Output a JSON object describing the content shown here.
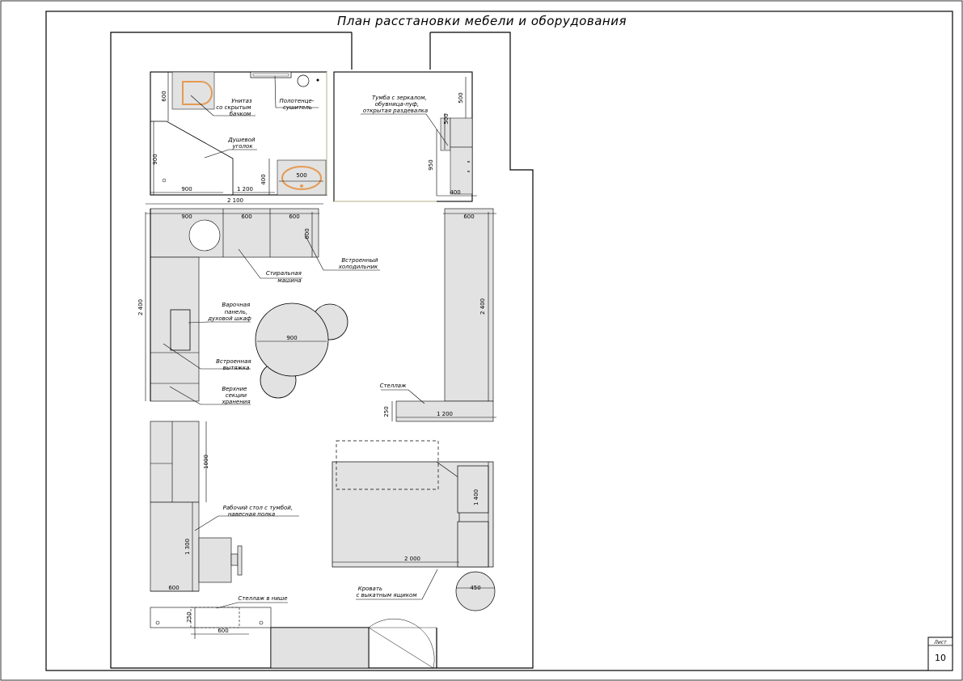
{
  "title": "План расстановки мебели и оборудования",
  "sheet": {
    "label": "Лист",
    "number": "10"
  },
  "labels": {
    "toilet": [
      "Унитаз",
      "со скрытым",
      "бачком"
    ],
    "towel": [
      "Полотенце-",
      "сушитель"
    ],
    "shower": [
      "Душевой",
      "уголок"
    ],
    "hall": [
      "Тумба с зеркалом,",
      "обувница-пуф,",
      "открытая раздевалка"
    ],
    "washer": [
      "Стиральная",
      "машина"
    ],
    "fridge": [
      "Встроенный",
      "холодильник"
    ],
    "hob": [
      "Варочная",
      "панель,",
      "духовой шкаф"
    ],
    "hood": [
      "Встроенная",
      "вытяжка"
    ],
    "upper": [
      "Верхние",
      "секции",
      "хранения"
    ],
    "rack": [
      "Стеллаж"
    ],
    "desk": [
      "Рабочий стол с тумбой,",
      "навесная полка"
    ],
    "niche": [
      "Стеллаж в нише"
    ],
    "bed": [
      "Кровать",
      "с выкатным ящиком"
    ]
  },
  "dims": {
    "toilet_600": "600",
    "shower_900v": "900",
    "shower_900h": "900",
    "bath_1200": "1 200",
    "sink_400": "400",
    "sink_500": "500",
    "bath_2100": "2 100",
    "hall_500a": "500",
    "hall_500b": "500",
    "hall_950": "950",
    "hall_400": "400",
    "kit_900": "900",
    "kit_600a": "600",
    "kit_600b": "600",
    "kit_600c": "600",
    "kit_2400": "2 400",
    "table_900": "900",
    "ward_600": "600",
    "ward_2400": "2 400",
    "rack_250": "250",
    "rack_1200": "1 200",
    "desk_1000": "1000",
    "desk_1300": "1 300",
    "desk_600": "600",
    "niche_250": "250",
    "niche_600": "600",
    "bed_1400": "1 400",
    "bed_2000": "2 000",
    "stool_450": "450"
  },
  "colors": {
    "line": "#000000",
    "furniture": "#e2e2e2",
    "sanitary_accent": "#e59a52",
    "door_accent": "#c9c9a0"
  }
}
